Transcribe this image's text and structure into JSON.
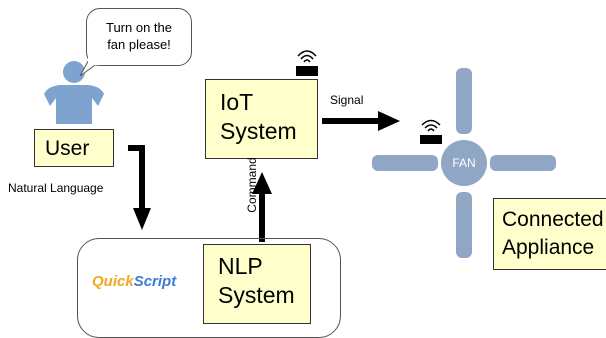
{
  "speech_bubble": {
    "line1": "Turn on the",
    "line2": "fan please!"
  },
  "user": {
    "label": "User"
  },
  "iot": {
    "line1": "IoT",
    "line2": "System"
  },
  "nlp": {
    "line1": "NLP",
    "line2": "System"
  },
  "quickscript": {
    "part1": "Quick",
    "part2": "Script"
  },
  "appliance": {
    "line1": "Connected",
    "line2": "Appliance"
  },
  "fan": {
    "label": "FAN"
  },
  "edges": {
    "natural_language": "Natural Language",
    "command": "Command",
    "signal": "Signal"
  },
  "colors": {
    "box_fill": "#ffffcc",
    "fan": "#8fa6c4",
    "person": "#7ea3cf",
    "arrow": "#000000"
  }
}
